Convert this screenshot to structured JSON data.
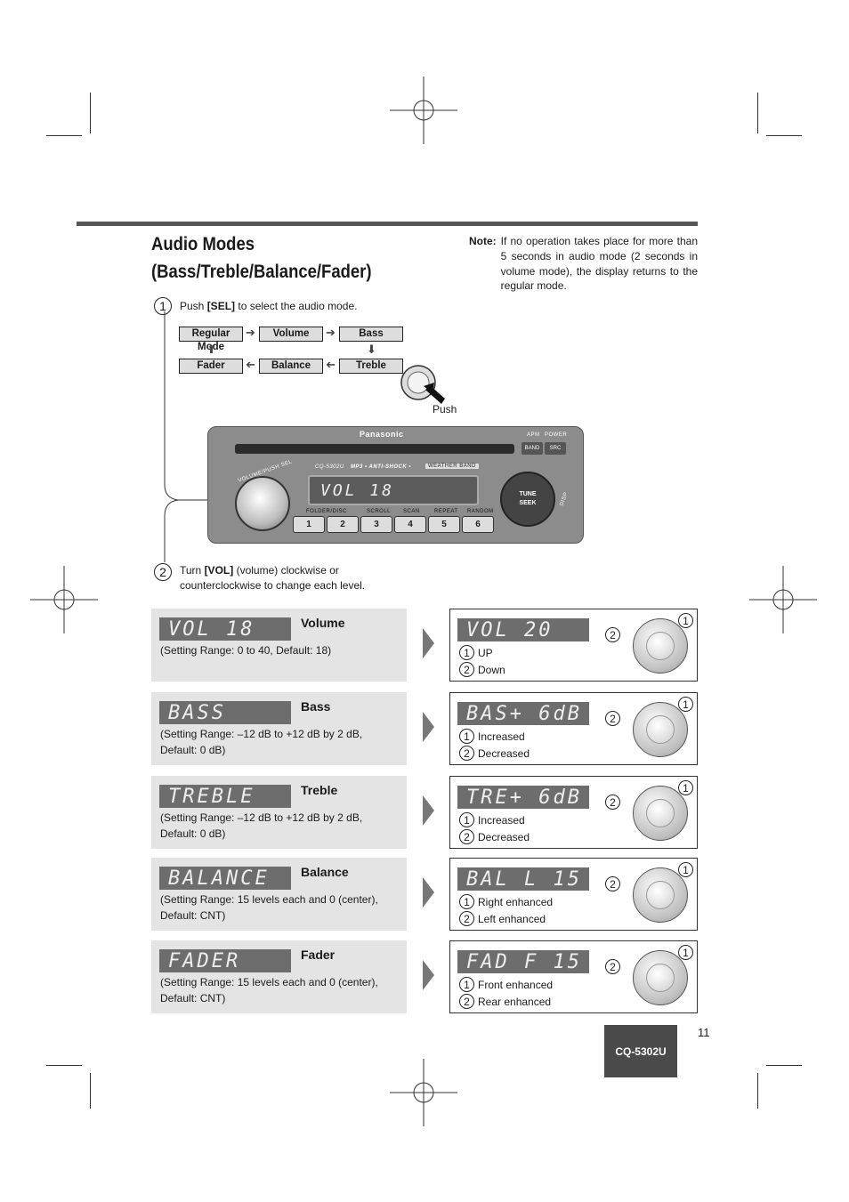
{
  "title_line1": "Audio Modes",
  "title_line2": "(Bass/Treble/Balance/Fader)",
  "note": {
    "label": "Note:",
    "text": "If no operation takes place for more than 5 seconds in audio mode (2 seconds in volume mode), the display returns to the regular mode."
  },
  "step1": {
    "num": "1",
    "pre": "Push ",
    "key": "[SEL]",
    "post": " to select the audio mode."
  },
  "step2": {
    "num": "2",
    "pre": "Turn ",
    "key": "[VOL]",
    "post": " (volume) clockwise or counterclockwise to change each level."
  },
  "modes": {
    "regular": "Regular Mode",
    "volume": "Volume",
    "bass": "Bass",
    "treble": "Treble",
    "balance": "Balance",
    "fader": "Fader"
  },
  "push_label": "Push",
  "radio": {
    "brand": "Panasonic",
    "model": "CQ-5302U",
    "feature": "MP3 • ANTI-SHOCK •",
    "weather": "WEATHER BAND",
    "display": "VOL 18",
    "apm": "APM",
    "power": "POWER",
    "band": "BAND",
    "src": "SRC",
    "tune": "TUNE",
    "seek": "SEEK",
    "disp": "DISP",
    "sel": "VOLUME/PUSH SEL",
    "labels": [
      "FOLDER/DISC",
      "SCROLL",
      "SCAN",
      "REPEAT",
      "RANDOM"
    ],
    "buttons": [
      "1",
      "2",
      "3",
      "4",
      "5",
      "6"
    ]
  },
  "sections": [
    {
      "lcd": "VOL  18",
      "title": "Volume",
      "range": "(Setting Range: 0 to 40, Default: 18)",
      "result_lcd": "VOL  20",
      "l1": "UP",
      "l2": "Down"
    },
    {
      "lcd": "BASS",
      "title": "Bass",
      "range": "(Setting Range: –12 dB to +12 dB by 2 dB, Default: 0 dB)",
      "result_lcd": "BAS+ 6dB",
      "l1": "Increased",
      "l2": "Decreased"
    },
    {
      "lcd": "TREBLE",
      "title": "Treble",
      "range": "(Setting Range: –12 dB to +12 dB by 2 dB, Default: 0 dB)",
      "result_lcd": "TRE+ 6dB",
      "l1": "Increased",
      "l2": "Decreased"
    },
    {
      "lcd": "BALANCE",
      "title": "Balance",
      "range": "(Setting Range: 15 levels each and 0 (center), Default: CNT)",
      "result_lcd": "BAL L 15",
      "l1": "Right enhanced",
      "l2": "Left enhanced"
    },
    {
      "lcd": "FADER",
      "title": "Fader",
      "range": "(Setting Range: 15 levels each and 0 (center), Default: CNT)",
      "result_lcd": "FAD F 15",
      "l1": "Front enhanced",
      "l2": "Rear enhanced"
    }
  ],
  "circle1": "1",
  "circle2": "2",
  "page_number": "11",
  "model_tag": "CQ-5302U"
}
